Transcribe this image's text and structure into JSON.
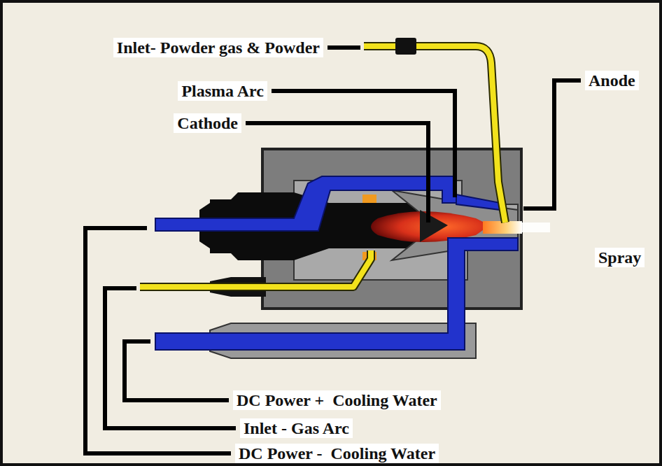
{
  "diagram": {
    "labels": [
      "Inlet- Powder gas & Powder",
      "Plasma Arc",
      "Cathode",
      "Anode",
      "Spray",
      "DC Power +  Cooling Water",
      "Inlet - Gas Arc",
      "DC Power -  Cooling Water"
    ]
  }
}
